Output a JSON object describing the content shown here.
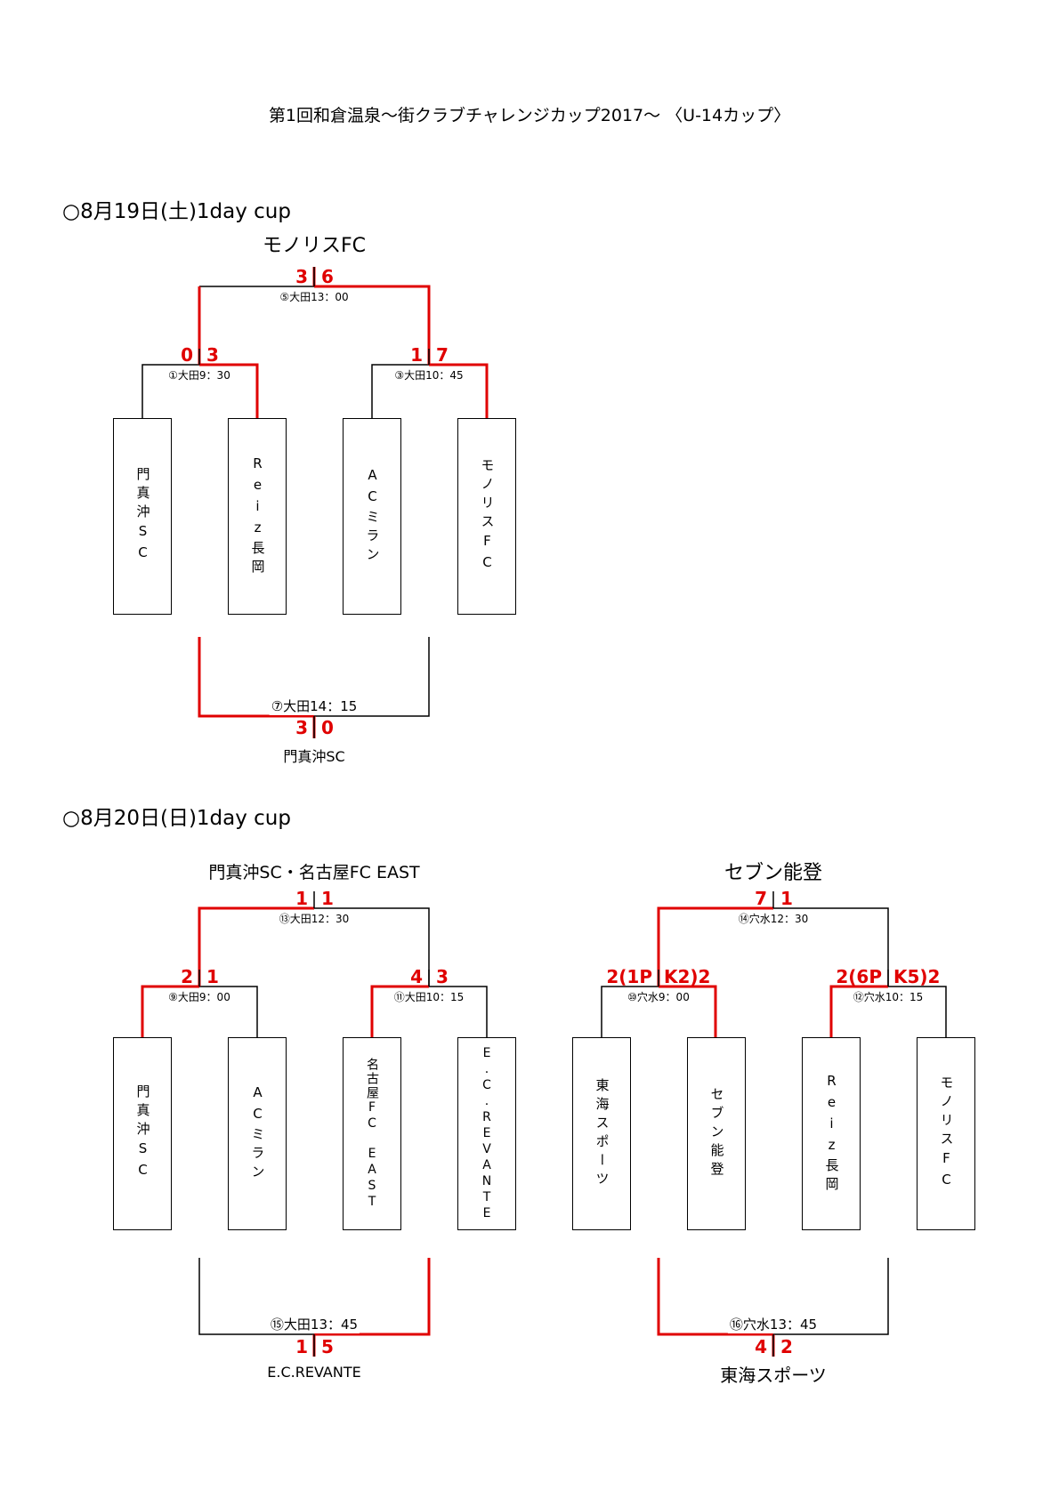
{
  "title": "第1回和倉温泉～街クラブチャレンジカップ2017～ 〈U-14カップ〉",
  "colors": {
    "win": "#e00000",
    "line": "#000000"
  },
  "day1": {
    "heading": "○8月19日(土)1day cup",
    "champion": "モノリスFC",
    "teams": [
      "門真沖SC",
      "Reiz長岡",
      "ACミラン",
      "モノリスFC"
    ],
    "matches": {
      "m1": {
        "label": "①大田9：30",
        "left": "0",
        "right": "3"
      },
      "m3": {
        "label": "③大田10：45",
        "left": "1",
        "right": "7"
      },
      "m5": {
        "label": "⑤大田13：00",
        "left": "3",
        "right": "6"
      },
      "m7": {
        "label": "⑦大田14：15",
        "left": "3",
        "right": "0",
        "place": "門真沖SC"
      }
    }
  },
  "day2": {
    "heading": "○8月20日(日)1day cup",
    "blockA": {
      "champion": "門真沖SC・名古屋FC EAST",
      "teams": [
        "門真沖SC",
        "ACミラン",
        "名古屋FC　EAST",
        "E.C.REVANTE"
      ],
      "matches": {
        "m9": {
          "label": "⑨大田9：00",
          "left": "2",
          "right": "1"
        },
        "m11": {
          "label": "⑪大田10：15",
          "left": "4",
          "right": "3"
        },
        "m13": {
          "label": "⑬大田12：30",
          "left": "1",
          "right": "1"
        },
        "m15": {
          "label": "⑮大田13：45",
          "left": "1",
          "right": "5",
          "place": "E.C.REVANTE"
        }
      }
    },
    "blockB": {
      "champion": "セブン能登",
      "teams": [
        "東海スポーツ",
        "セブン能登",
        "Reiz長岡",
        "モノリスFC"
      ],
      "matches": {
        "m10": {
          "label": "⑩穴水9：00",
          "left": "2(1P",
          "right": "K2)2"
        },
        "m12": {
          "label": "⑫穴水10：15",
          "left": "2(6P",
          "right": "K5)2"
        },
        "m14": {
          "label": "⑭穴水12：30",
          "left": "7",
          "right": "1"
        },
        "m16": {
          "label": "⑯穴水13：45",
          "left": "4",
          "right": "2",
          "place": "東海スポーツ"
        }
      }
    }
  }
}
